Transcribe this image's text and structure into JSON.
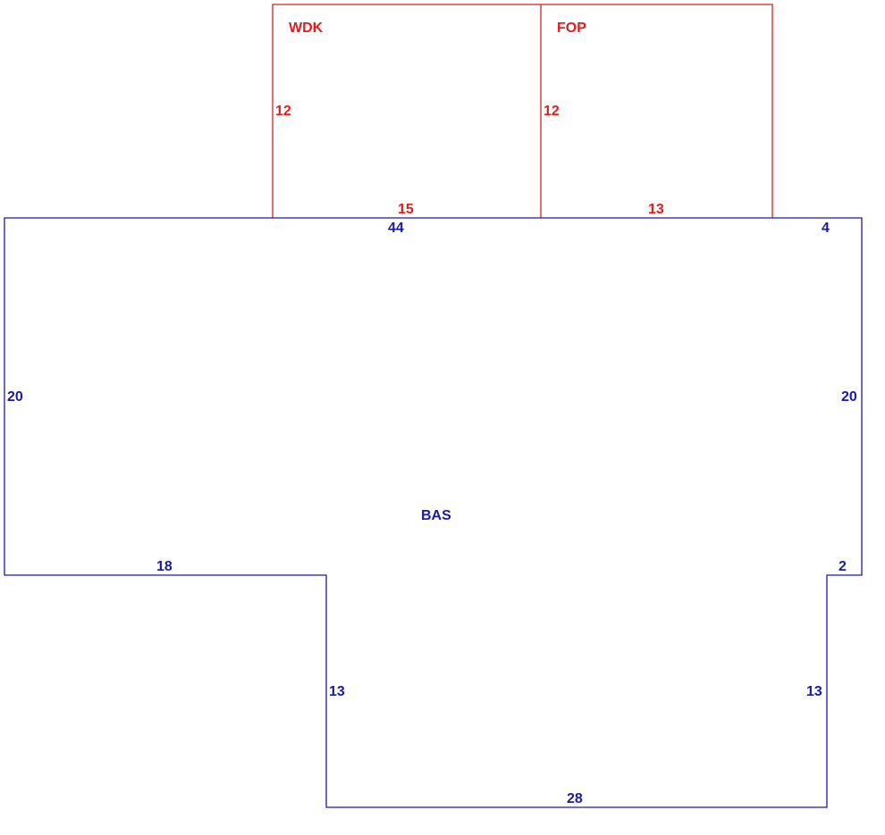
{
  "colors": {
    "base": "#1a1aa6",
    "extension": "#e01e1e"
  },
  "areas": {
    "wdk": {
      "code": "WDK",
      "dims": {
        "left": "12",
        "bottom": "15"
      }
    },
    "fop": {
      "code": "FOP",
      "dims": {
        "left": "12",
        "bottom": "13"
      }
    },
    "bas": {
      "code": "BAS",
      "dims": {
        "top": "44",
        "top_right": "4",
        "left": "20",
        "right": "20",
        "lower_left": "18",
        "lower_right": "2",
        "inner_left": "13",
        "inner_right": "13",
        "bottom": "28"
      }
    }
  }
}
